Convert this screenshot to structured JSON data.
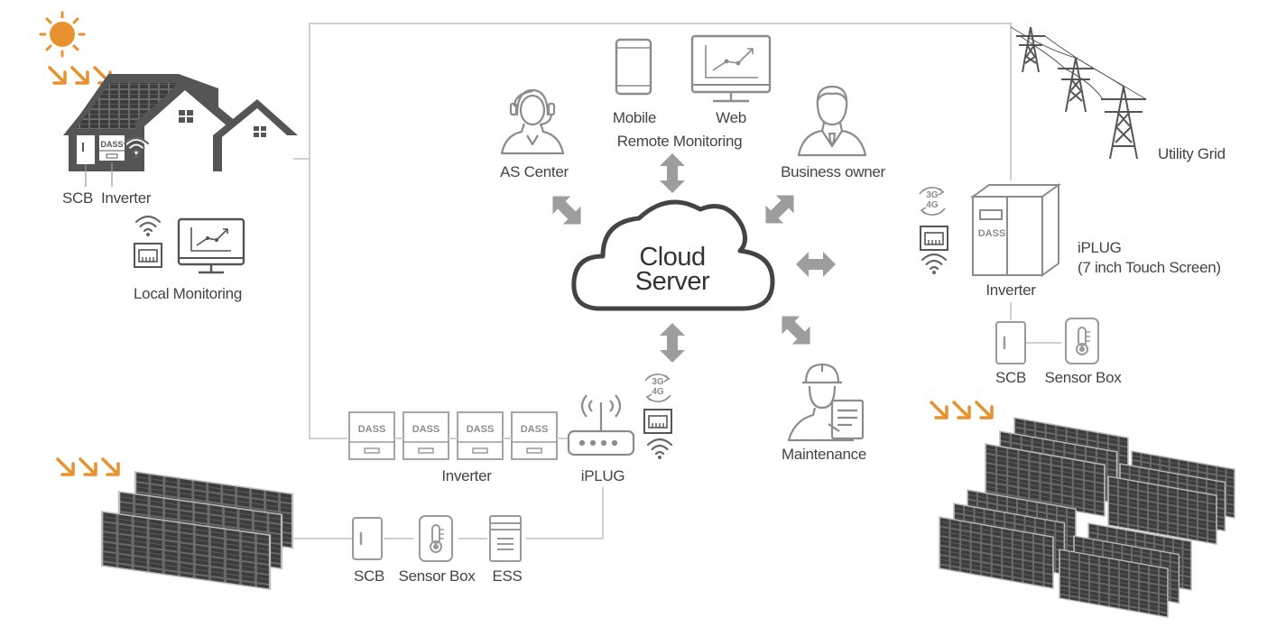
{
  "labels": {
    "scb_house": "SCB",
    "inverter_house": "Inverter",
    "local_monitoring": "Local Monitoring",
    "mobile": "Mobile",
    "web": "Web",
    "remote_monitoring": "Remote Monitoring",
    "as_center": "AS Center",
    "business_owner": "Business owner",
    "cloud_line1": "Cloud",
    "cloud_line2": "Server",
    "utility_grid": "Utility Grid",
    "iplug_right": "iPLUG",
    "iplug_right_sub": "(7 inch Touch Screen)",
    "inverter_right": "Inverter",
    "scb_right": "SCB",
    "sensor_box_right": "Sensor Box",
    "maintenance": "Maintenance",
    "inverter_bottom": "Inverter",
    "iplug_bottom": "iPLUG",
    "scb_bottom": "SCB",
    "sensor_box_bottom": "Sensor Box",
    "ess": "ESS"
  },
  "device_text": {
    "dass": "DASS",
    "net_3g": "3G",
    "net_4g": "4G"
  },
  "icons": {
    "sun": "sun-icon",
    "house": "house-icon",
    "wifi": "wifi-icon",
    "router": "router-icon",
    "monitor": "monitor-chart-icon",
    "phone": "mobile-phone-icon",
    "headset_person": "headset-agent-icon",
    "businessman": "businessman-icon",
    "worker": "maintenance-worker-icon",
    "pylon": "power-pylon-icon",
    "cabinet": "inverter-cabinet-icon",
    "thermometer": "thermometer-icon",
    "ess": "ess-battery-icon",
    "solar_panel": "solar-panel-icon"
  },
  "colors": {
    "accent_orange": "#e8912e",
    "icon_gray": "#9a9a9a",
    "dark_gray": "#555555",
    "line_gray": "#cfcfcf"
  }
}
